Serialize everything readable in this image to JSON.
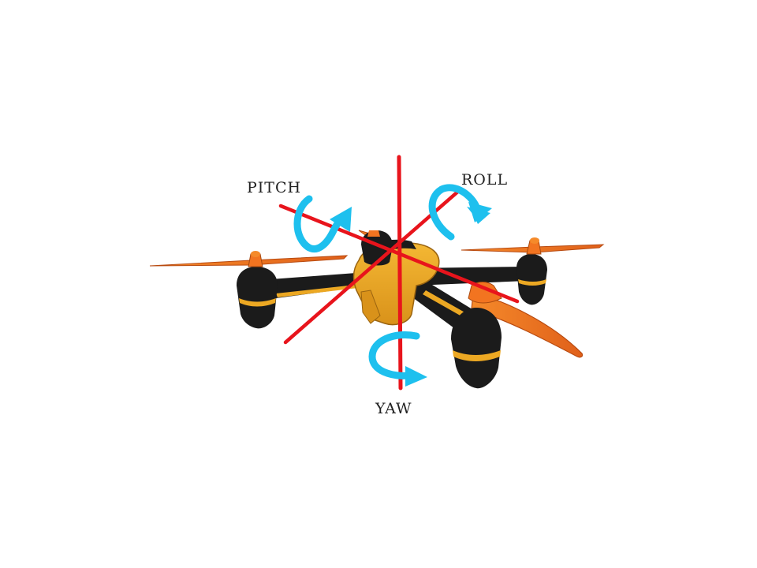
{
  "diagram": {
    "labels": {
      "pitch": "PITCH",
      "roll": "ROLL",
      "yaw": "YAW"
    },
    "colors": {
      "axis_line": "#e8141c",
      "rotation_arrow": "#1ec0ee",
      "drone_body": "#1b1b1b",
      "drone_accent": "#eca823",
      "propeller": "#f27420",
      "background": "#ffffff"
    },
    "icons": {
      "drone": "quadcopter-drone-icon",
      "pitch_arrow": "curved-arrow-icon",
      "roll_arrow": "curved-arrow-icon",
      "yaw_arrow": "curved-arrow-icon"
    }
  }
}
